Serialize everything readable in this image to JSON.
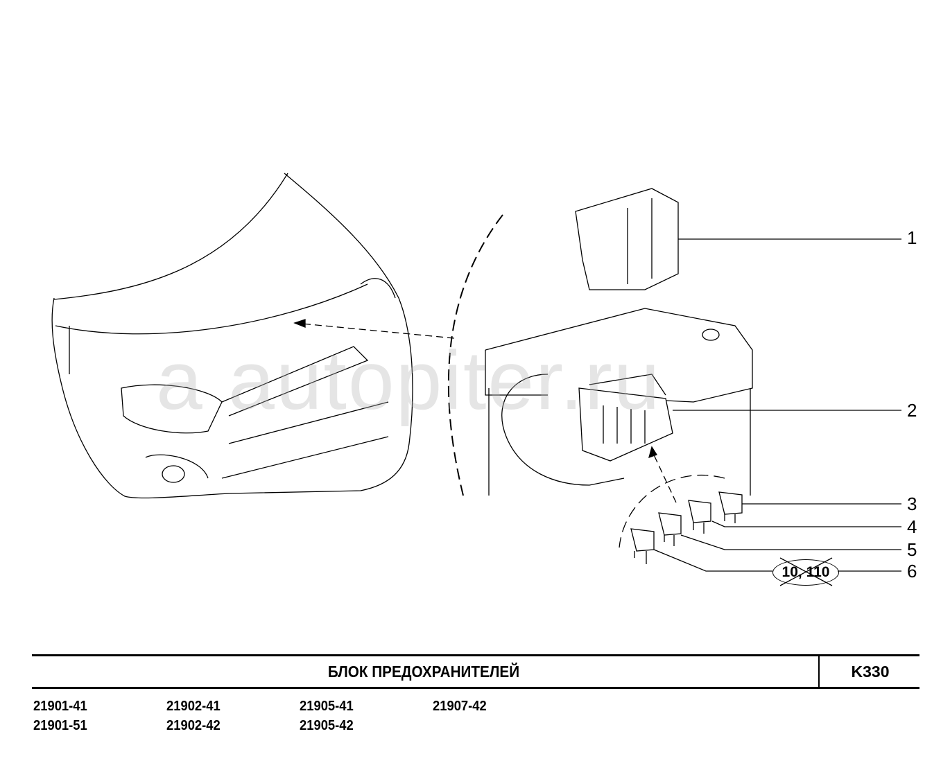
{
  "watermark": "a autopiter.ru",
  "callouts": [
    "1",
    "2",
    "3",
    "4",
    "5",
    "6"
  ],
  "crossed_note": "10, 110",
  "title": "БЛОК  ПРЕДОХРАНИТЕЛЕЙ",
  "code": "K330",
  "models": [
    "21901-41",
    "21902-41",
    "21905-41",
    "21907-42",
    "21901-51",
    "21902-42",
    "21905-42"
  ]
}
